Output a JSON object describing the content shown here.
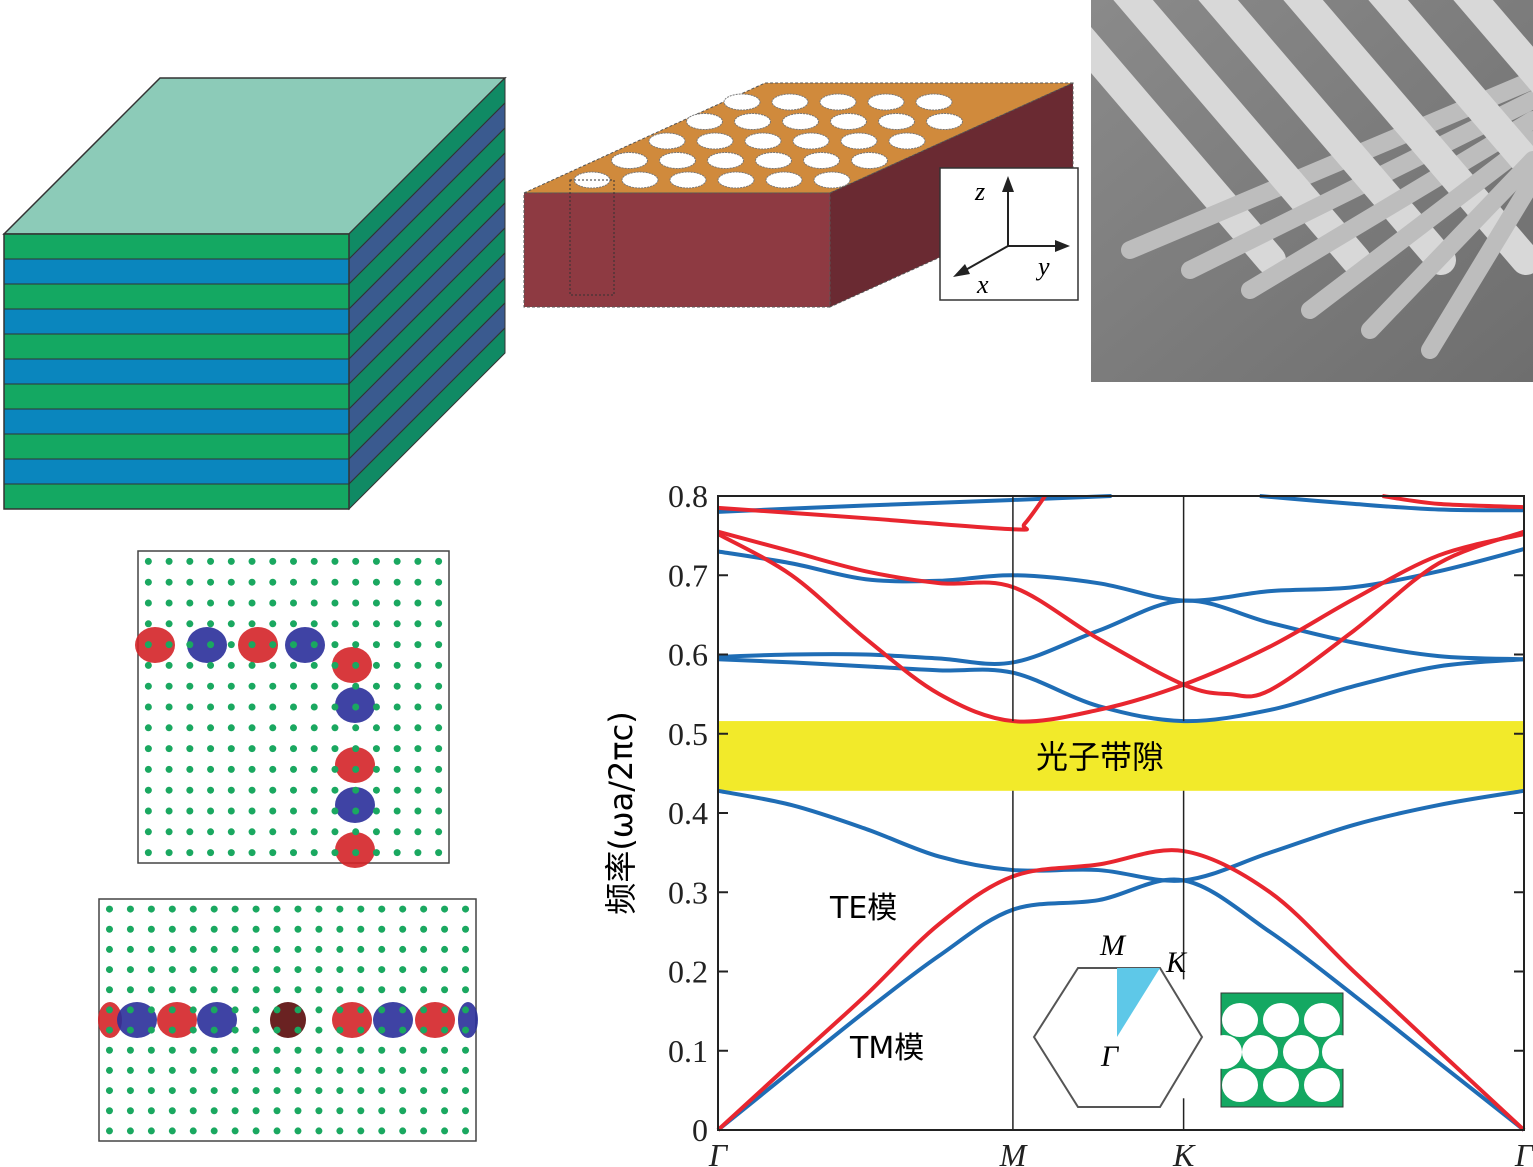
{
  "colors": {
    "te": "#e8262f",
    "tm": "#1f6db5",
    "gap": "#f2ea2a",
    "green": "#14a862",
    "blue": "#0a86be"
  },
  "axes_panel": {
    "z": "z",
    "x": "x",
    "y": "y"
  },
  "chart_data": {
    "type": "line",
    "title": "",
    "xlabel": "",
    "ylabel": "频率(ωa/2πc)",
    "ylim": [
      0,
      0.8
    ],
    "yticks": [
      "0",
      "0.1",
      "0.2",
      "0.3",
      "0.4",
      "0.5",
      "0.6",
      "0.7",
      "0.8"
    ],
    "xlim": [
      0,
      1.577
    ],
    "xticks": [
      {
        "label": "Γ",
        "x": 0
      },
      {
        "label": "M",
        "x": 0.577
      },
      {
        "label": "K",
        "x": 0.911
      },
      {
        "label": "Γ",
        "x": 1.577
      }
    ],
    "gap": {
      "label": "光子带隙",
      "range": [
        0.428,
        0.516
      ]
    },
    "annotations": {
      "te": "TE模",
      "tm": "TM模",
      "bz_M": "M",
      "bz_K": "K",
      "bz_G": "Γ"
    },
    "series": [
      {
        "name": "TM",
        "color": "tm",
        "bands": [
          [
            [
              0,
              0
            ],
            [
              0.144,
              0.075
            ],
            [
              0.289,
              0.15
            ],
            [
              0.433,
              0.22
            ],
            [
              0.577,
              0.278
            ],
            [
              0.744,
              0.29
            ],
            [
              0.911,
              0.315
            ],
            [
              1.08,
              0.25
            ],
            [
              1.244,
              0.17
            ],
            [
              1.41,
              0.085
            ],
            [
              1.577,
              0
            ]
          ],
          [
            [
              0,
              0.428
            ],
            [
              0.144,
              0.41
            ],
            [
              0.289,
              0.38
            ],
            [
              0.433,
              0.345
            ],
            [
              0.577,
              0.328
            ],
            [
              0.744,
              0.328
            ],
            [
              0.911,
              0.315
            ],
            [
              1.08,
              0.35
            ],
            [
              1.244,
              0.385
            ],
            [
              1.41,
              0.41
            ],
            [
              1.577,
              0.428
            ]
          ],
          [
            [
              0,
              0.594
            ],
            [
              0.144,
              0.59
            ],
            [
              0.289,
              0.585
            ],
            [
              0.433,
              0.58
            ],
            [
              0.577,
              0.577
            ],
            [
              0.744,
              0.535
            ],
            [
              0.911,
              0.516
            ],
            [
              1.08,
              0.53
            ],
            [
              1.244,
              0.56
            ],
            [
              1.41,
              0.585
            ],
            [
              1.577,
              0.594
            ]
          ],
          [
            [
              0,
              0.597
            ],
            [
              0.144,
              0.6
            ],
            [
              0.289,
              0.6
            ],
            [
              0.433,
              0.595
            ],
            [
              0.577,
              0.59
            ],
            [
              0.744,
              0.63
            ],
            [
              0.911,
              0.668
            ],
            [
              1.08,
              0.64
            ],
            [
              1.244,
              0.615
            ],
            [
              1.41,
              0.598
            ],
            [
              1.577,
              0.594
            ]
          ],
          [
            [
              0,
              0.73
            ],
            [
              0.144,
              0.715
            ],
            [
              0.289,
              0.695
            ],
            [
              0.433,
              0.693
            ],
            [
              0.577,
              0.7
            ],
            [
              0.744,
              0.69
            ],
            [
              0.911,
              0.668
            ],
            [
              1.08,
              0.68
            ],
            [
              1.244,
              0.685
            ],
            [
              1.41,
              0.705
            ],
            [
              1.577,
              0.733
            ]
          ],
          [
            [
              0,
              0.78
            ],
            [
              0.289,
              0.788
            ],
            [
              0.577,
              0.795
            ],
            [
              0.77,
              0.8
            ]
          ],
          [
            [
              1.06,
              0.8
            ],
            [
              1.244,
              0.79
            ],
            [
              1.41,
              0.783
            ],
            [
              1.577,
              0.782
            ]
          ]
        ]
      },
      {
        "name": "TE",
        "color": "te",
        "bands": [
          [
            [
              0,
              0
            ],
            [
              0.144,
              0.085
            ],
            [
              0.289,
              0.17
            ],
            [
              0.433,
              0.26
            ],
            [
              0.577,
              0.32
            ],
            [
              0.744,
              0.335
            ],
            [
              0.911,
              0.352
            ],
            [
              1.08,
              0.3
            ],
            [
              1.244,
              0.2
            ],
            [
              1.41,
              0.1
            ],
            [
              1.577,
              0
            ]
          ],
          [
            [
              0,
              0.752
            ],
            [
              0.144,
              0.7
            ],
            [
              0.289,
              0.62
            ],
            [
              0.433,
              0.55
            ],
            [
              0.577,
              0.516
            ],
            [
              0.744,
              0.53
            ],
            [
              0.911,
              0.562
            ],
            [
              1.08,
              0.61
            ],
            [
              1.244,
              0.67
            ],
            [
              1.41,
              0.725
            ],
            [
              1.577,
              0.752
            ]
          ],
          [
            [
              0,
              0.755
            ],
            [
              0.144,
              0.73
            ],
            [
              0.289,
              0.705
            ],
            [
              0.433,
              0.69
            ],
            [
              0.577,
              0.685
            ],
            [
              0.744,
              0.62
            ],
            [
              0.911,
              0.562
            ],
            [
              1.0,
              0.55
            ],
            [
              1.08,
              0.555
            ],
            [
              1.244,
              0.63
            ],
            [
              1.41,
              0.715
            ],
            [
              1.577,
              0.755
            ]
          ],
          [
            [
              0,
              0.785
            ],
            [
              0.289,
              0.772
            ],
            [
              0.577,
              0.758
            ],
            [
              0.6,
              0.765
            ],
            [
              0.64,
              0.8
            ]
          ],
          [
            [
              1.3,
              0.8
            ],
            [
              1.41,
              0.79
            ],
            [
              1.577,
              0.786
            ]
          ]
        ]
      }
    ]
  }
}
